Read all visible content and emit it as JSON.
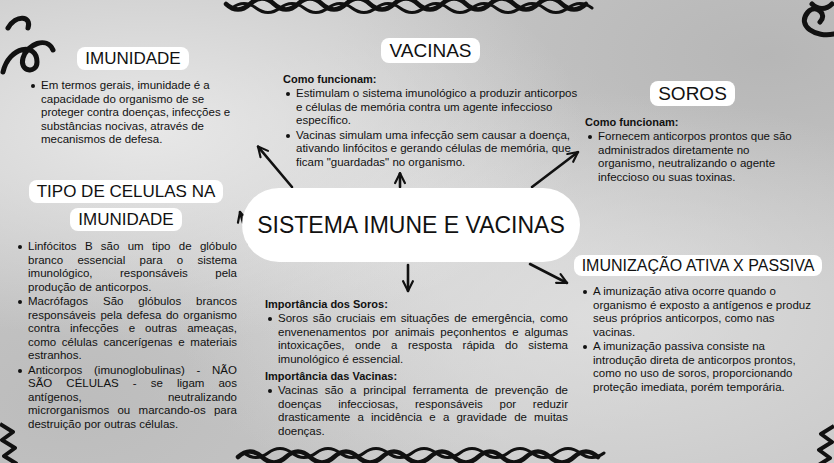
{
  "diagram": {
    "nodes": [
      {
        "text": [
          "IMUNIDADE",
          "Em termos gerais, imunidade é a capacidade do organismo de se proteger contra doenças, infecções e substâncias nocivas, através de mecanismos de defesa."
        ]
      },
      {
        "text": [
          "VACINAS",
          "Como funcionam:",
          "Estimulam o sistema imunológico a produzir anticorpos e células de memória contra um agente infeccioso específico.",
          "Vacinas simulam uma infecção sem causar a doença, ativando linfócitos e gerando células de memória, que ficam \"guardadas\" no organismo."
        ]
      },
      {
        "text": [
          "SOROS",
          "Como funcionam:",
          "Fornecem anticorpos prontos que são administrados diretamente no organismo, neutralizando o agente infeccioso ou suas toxinas."
        ]
      },
      {
        "text": [
          "SISTEMA IMUNE E VACINAS"
        ]
      },
      {
        "text": [
          "TIPO DE CELULAS NA IMUNIDADE",
          "Linfócitos B são um tipo de glóbulo branco essencial para o sistema imunológico, responsáveis pela produção de anticorpos.",
          "Macrófagos São glóbulos brancos responsáveis pela defesa do organismo contra infecções e outras ameaças, como células cancerígenas e materiais estranhos.",
          "Anticorpos (imunoglobulinas) - NÃO SÃO CÉLULAS - se ligam aos antígenos, neutralizando microrganismos ou marcando-os para destruição por outras células."
        ]
      },
      {
        "text": [
          "Importância dos Soros:",
          "Soros são cruciais em situações de emergência, como envenenamentos por animais peçonhentos e algumas intoxicações, onde a resposta rápida do sistema imunológico é essencial.",
          "Importância das Vacinas:",
          "Vacinas são a principal ferramenta de prevenção de doenças infecciosas, responsáveis por reduzir drasticamente a incidência e a gravidade de muitas doenças."
        ]
      },
      {
        "text": [
          "IMUNIZAÇÃO ATIVA X PASSIVA",
          "A imunização ativa ocorre quando o organismo é exposto a antígenos e produz seus próprios anticorpos, como nas vacinas.",
          "A imunização passiva consiste na introdução direta de anticorpos prontos, como no uso de soros, proporcionando proteção imediata, porém temporária."
        ]
      }
    ],
    "edges": [
      {
        "from": 3,
        "to": 0,
        "arrow": "to"
      },
      {
        "from": 3,
        "to": 1,
        "arrow": "to"
      },
      {
        "from": 3,
        "to": 2,
        "arrow": "to"
      },
      {
        "from": 3,
        "to": 4,
        "arrow": "to"
      },
      {
        "from": 3,
        "to": 5,
        "arrow": "to"
      },
      {
        "from": 3,
        "to": 6,
        "arrow": "to"
      }
    ]
  }
}
